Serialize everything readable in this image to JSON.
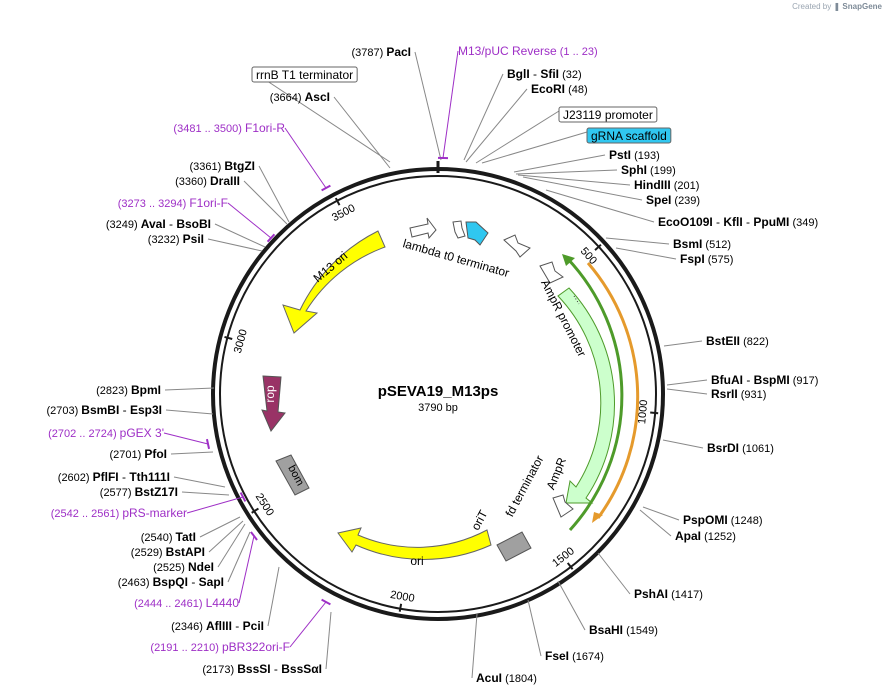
{
  "header": {
    "credit_prefix": "Created by",
    "credit_brand": "SnapGene"
  },
  "plasmid": {
    "name": "pSEVA19_M13ps",
    "length_label": "3790 bp",
    "length": 3790
  },
  "colors": {
    "primer": "#9e2fc6",
    "backbone": "#1a1a1a",
    "label": "#000000",
    "leader": "#888888",
    "ori": "#ffff00",
    "rop": "#993366",
    "misc": "#a0a0a0",
    "ampr": "#ccffcc",
    "ampr_outline": "#4e9b2a",
    "ampr_strand2": "#e59a2c",
    "grna": "#30c7f0",
    "terminator": "#ffffff"
  },
  "ticks": [
    {
      "label": "500",
      "bp": 500
    },
    {
      "label": "1000",
      "bp": 1000
    },
    {
      "label": "1500",
      "bp": 1500
    },
    {
      "label": "2000",
      "bp": 2000
    },
    {
      "label": "2500",
      "bp": 2500
    },
    {
      "label": "3000",
      "bp": 3000
    },
    {
      "label": "3500",
      "bp": 3500
    }
  ],
  "features": [
    {
      "label": "M13 ori",
      "color": "#ffff00"
    },
    {
      "label": "rop",
      "color": "#993366"
    },
    {
      "label": "bom",
      "color": "#a0a0a0"
    },
    {
      "label": "ori",
      "color": "#ffff00"
    },
    {
      "label": "oriT",
      "color": "#a0a0a0"
    },
    {
      "label": "AmpR",
      "color": "#ccffcc"
    },
    {
      "label": "AmpR promoter",
      "color": "#ffffff"
    },
    {
      "label": "fd terminator",
      "color": "#ffffff"
    },
    {
      "label": "lambda t0 terminator",
      "color": "#ffffff"
    }
  ],
  "site_labels": [
    {
      "kind": "site",
      "side": "right",
      "parts": [
        "BglI",
        "SfiI"
      ],
      "pos": "(32)"
    },
    {
      "kind": "site",
      "side": "right",
      "parts": [
        "EcoRI"
      ],
      "pos": "(48)"
    },
    {
      "kind": "boxed",
      "side": "right",
      "text": "J23119 promoter"
    },
    {
      "kind": "boxed-blue",
      "side": "right",
      "text": "gRNA scaffold"
    },
    {
      "kind": "site",
      "side": "right",
      "parts": [
        "PstI"
      ],
      "pos": "(193)"
    },
    {
      "kind": "site",
      "side": "right",
      "parts": [
        "SphI"
      ],
      "pos": "(199)"
    },
    {
      "kind": "site",
      "side": "right",
      "parts": [
        "HindIII"
      ],
      "pos": "(201)"
    },
    {
      "kind": "site",
      "side": "right",
      "parts": [
        "SpeI"
      ],
      "pos": "(239)"
    },
    {
      "kind": "site",
      "side": "right",
      "parts": [
        "EcoO109I",
        "KflI",
        "PpuMI"
      ],
      "pos": "(349)"
    },
    {
      "kind": "site",
      "side": "right",
      "parts": [
        "BsmI"
      ],
      "pos": "(512)"
    },
    {
      "kind": "site",
      "side": "right",
      "parts": [
        "FspI"
      ],
      "pos": "(575)"
    },
    {
      "kind": "site",
      "side": "right",
      "parts": [
        "BstEII"
      ],
      "pos": "(822)"
    },
    {
      "kind": "site",
      "side": "right",
      "parts": [
        "BfuAI",
        "BspMI"
      ],
      "pos": "(917)"
    },
    {
      "kind": "site",
      "side": "right",
      "parts": [
        "RsrII"
      ],
      "pos": "(931)"
    },
    {
      "kind": "site",
      "side": "right",
      "parts": [
        "BsrDI"
      ],
      "pos": "(1061)"
    },
    {
      "kind": "site",
      "side": "right",
      "parts": [
        "PspOMI"
      ],
      "pos": "(1248)"
    },
    {
      "kind": "site",
      "side": "right",
      "parts": [
        "ApaI"
      ],
      "pos": "(1252)"
    },
    {
      "kind": "site",
      "side": "right",
      "parts": [
        "PshAI"
      ],
      "pos": "(1417)"
    },
    {
      "kind": "site",
      "side": "right",
      "parts": [
        "BsaHI"
      ],
      "pos": "(1549)"
    },
    {
      "kind": "site",
      "side": "right",
      "parts": [
        "FseI"
      ],
      "pos": "(1674)"
    },
    {
      "kind": "site",
      "side": "right",
      "parts": [
        "AcuI"
      ],
      "pos": "(1804)"
    },
    {
      "kind": "site",
      "side": "left",
      "parts": [
        "PacI"
      ],
      "pos": "(3787)"
    },
    {
      "kind": "primer",
      "side": "right",
      "text": "M13/pUC Reverse",
      "pos": "(1 .. 23)"
    },
    {
      "kind": "boxed",
      "side": "left",
      "text": "rrnB T1 terminator"
    },
    {
      "kind": "site",
      "side": "left",
      "parts": [
        "AscI"
      ],
      "pos": "(3664)"
    },
    {
      "kind": "primer",
      "side": "left",
      "text": "F1ori-R",
      "pos": "(3481 .. 3500)"
    },
    {
      "kind": "site",
      "side": "left",
      "parts": [
        "BtgZI"
      ],
      "pos": "(3361)"
    },
    {
      "kind": "site",
      "side": "left",
      "parts": [
        "DraIII"
      ],
      "pos": "(3360)"
    },
    {
      "kind": "primer",
      "side": "left",
      "text": "F1ori-F",
      "pos": "(3273 .. 3294)"
    },
    {
      "kind": "site",
      "side": "left",
      "parts": [
        "AvaI",
        "BsoBI"
      ],
      "pos": "(3249)"
    },
    {
      "kind": "site",
      "side": "left",
      "parts": [
        "PsiI"
      ],
      "pos": "(3232)"
    },
    {
      "kind": "site",
      "side": "left",
      "parts": [
        "BpmI"
      ],
      "pos": "(2823)"
    },
    {
      "kind": "site",
      "side": "left",
      "parts": [
        "BsmBI",
        "Esp3I"
      ],
      "pos": "(2703)"
    },
    {
      "kind": "primer",
      "side": "left",
      "text": "pGEX 3'",
      "pos": "(2702 .. 2724)"
    },
    {
      "kind": "site",
      "side": "left",
      "parts": [
        "PfoI"
      ],
      "pos": "(2701)"
    },
    {
      "kind": "site",
      "side": "left",
      "parts": [
        "PflFI",
        "Tth111I"
      ],
      "pos": "(2602)"
    },
    {
      "kind": "site",
      "side": "left",
      "parts": [
        "BstZ17I"
      ],
      "pos": "(2577)"
    },
    {
      "kind": "primer",
      "side": "left",
      "text": "pRS-marker",
      "pos": "(2542 .. 2561)"
    },
    {
      "kind": "site",
      "side": "left",
      "parts": [
        "TatI"
      ],
      "pos": "(2540)"
    },
    {
      "kind": "site",
      "side": "left",
      "parts": [
        "BstAPI"
      ],
      "pos": "(2529)"
    },
    {
      "kind": "site",
      "side": "left",
      "parts": [
        "NdeI"
      ],
      "pos": "(2525)"
    },
    {
      "kind": "site",
      "side": "left",
      "parts": [
        "BspQI",
        "SapI"
      ],
      "pos": "(2463)"
    },
    {
      "kind": "primer",
      "side": "left",
      "text": "L4440",
      "pos": "(2444 .. 2461)"
    },
    {
      "kind": "site",
      "side": "left",
      "parts": [
        "AflIII",
        "PciI"
      ],
      "pos": "(2346)"
    },
    {
      "kind": "primer",
      "side": "left",
      "text": "pBR322ori-F",
      "pos": "(2191 .. 2210)"
    },
    {
      "kind": "site",
      "side": "left",
      "parts": [
        "BssSI",
        "BssSαI"
      ],
      "pos": "(2173)"
    }
  ]
}
